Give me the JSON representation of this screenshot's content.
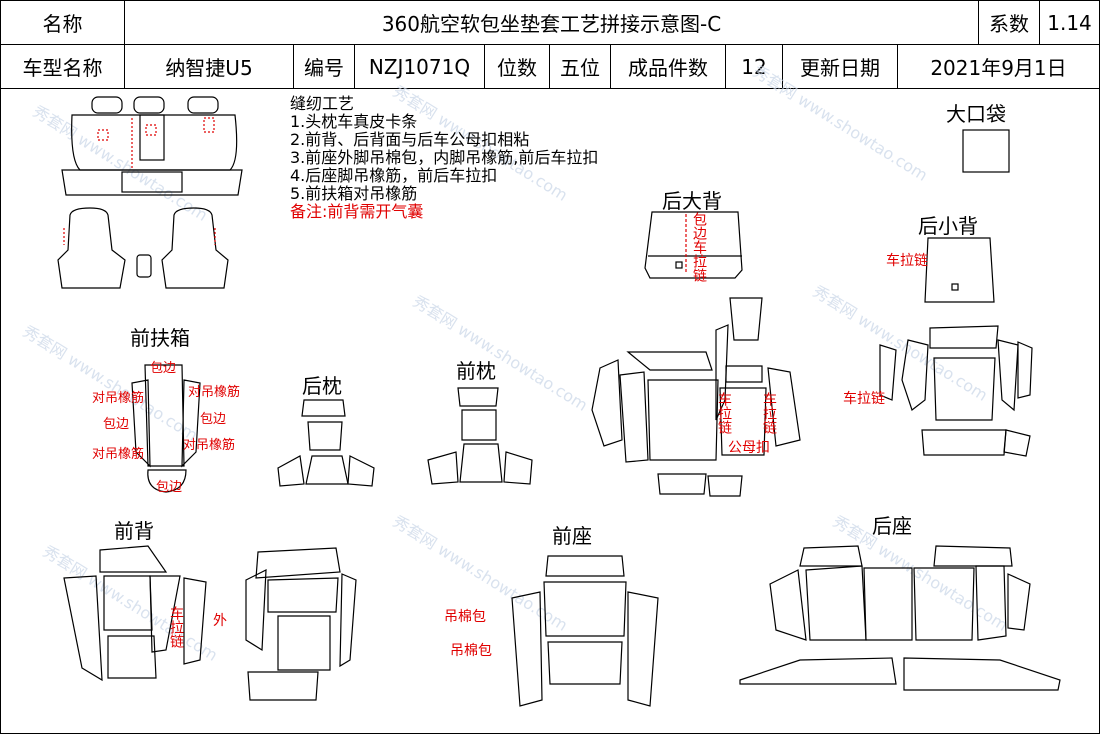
{
  "header": {
    "name_label": "名称",
    "title": "360航空软包坐垫套工艺拼接示意图-C",
    "coef_label": "系数",
    "coef_value": "1.14",
    "model_label": "车型名称",
    "model_value": "纳智捷U5",
    "code_label": "编号",
    "code_value": "NZJ1071Q",
    "seats_label": "位数",
    "seats_value": "五位",
    "pieces_label": "成品件数",
    "pieces_value": "12",
    "date_label": "更新日期",
    "date_value": "2021年9月1日"
  },
  "notes": {
    "title": "缝纫工艺",
    "lines": [
      "1.头枕车真皮卡条",
      "2.前背、后背面与后车公母扣相粘",
      "3.前座外脚吊棉包，内脚吊橡筋,前后车拉扣",
      "4.后座脚吊橡筋，前后车拉扣",
      "5.前扶箱对吊橡筋"
    ],
    "remark": "备注:前背需开气囊"
  },
  "sections": {
    "big_pocket": "大口袋",
    "rear_big_back": "后大背",
    "rear_small_back": "后小背",
    "front_armrest": "前扶箱",
    "rear_headrest": "后枕",
    "front_headrest": "前枕",
    "front_back": "前背",
    "front_seat": "前座",
    "rear_seat": "后座"
  },
  "annotations": {
    "armrest_top_binding": "包边",
    "armrest_left_elastic_1": "对吊橡筋",
    "armrest_left_binding": "包边",
    "armrest_left_elastic_2": "对吊橡筋",
    "armrest_right_elastic_1": "对吊橡筋",
    "armrest_right_binding": "包边",
    "armrest_right_elastic_2": "对吊橡筋",
    "armrest_bottom_binding": "包边",
    "rear_big_back_vertical": "包边车拉链",
    "rear_small_back_zip": "车拉链",
    "rear_side_zip": "车拉链",
    "rear_middle_zip_left": "车拉链",
    "rear_middle_zip_right": "车拉链",
    "rear_middle_buckle": "公母扣",
    "front_back_zip": "车拉链",
    "front_back_outer": "外",
    "front_seat_cotton_1": "吊棉包",
    "front_seat_cotton_2": "吊棉包"
  },
  "watermark": "秀套网 www.showtao.com",
  "colors": {
    "annotation": "#e00000",
    "line": "#000000"
  }
}
